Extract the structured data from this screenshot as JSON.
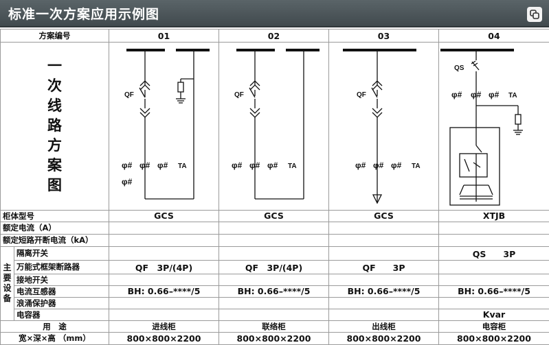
{
  "header": {
    "title": "标准一次方案应用示例图",
    "icon": "copy-icon"
  },
  "table": {
    "scheme_no_label": "方案编号",
    "schemes": [
      "01",
      "02",
      "03",
      "04"
    ],
    "diagram_label_chars": [
      "一",
      "次",
      "线",
      "路",
      "方",
      "案",
      "图"
    ],
    "diagram_text": {
      "qf": "QF",
      "ta": "TA",
      "qs": "QS",
      "ct_symbol": "φ#"
    },
    "rows": {
      "cabinet_type": {
        "label": "柜体型号",
        "values": [
          "GCS",
          "GCS",
          "GCS",
          "XTJB"
        ]
      },
      "rated_current": {
        "label": "额定电流（A）",
        "values": [
          "",
          "",
          "",
          ""
        ]
      },
      "short_circuit": {
        "label": "额定短路开断电流（kA）",
        "values": [
          "",
          "",
          "",
          ""
        ]
      }
    },
    "main_equipment_chars": [
      "主",
      "要",
      "设",
      "备"
    ],
    "equipment": [
      {
        "label": "隔离开关",
        "values": [
          "",
          "",
          "",
          "QS　　3P"
        ]
      },
      {
        "label": "万能式框架断路器",
        "values": [
          "QF　3P/(4P)",
          "QF　3P/(4P)",
          "QF　　3P",
          ""
        ]
      },
      {
        "label": "接地开关",
        "values": [
          "",
          "",
          "",
          ""
        ]
      },
      {
        "label": "电流互感器",
        "values": [
          "BH: 0.66–****/5",
          "BH: 0.66–****/5",
          "BH: 0.66–****/5",
          "BH: 0.66–****/5"
        ]
      },
      {
        "label": "浪涌保护器",
        "values": [
          "",
          "",
          "",
          ""
        ]
      },
      {
        "label": "电容器",
        "values": [
          "",
          "",
          "",
          "Kvar"
        ]
      }
    ],
    "usage": {
      "label": "用　途",
      "values": [
        "进线柜",
        "联络柜",
        "出线柜",
        "电容柜"
      ]
    },
    "dimensions": {
      "label": "宽×深×高 （mm）",
      "values": [
        "800×800×2200",
        "800×800×2200",
        "800×800×2200",
        "800×800×2200"
      ]
    }
  }
}
